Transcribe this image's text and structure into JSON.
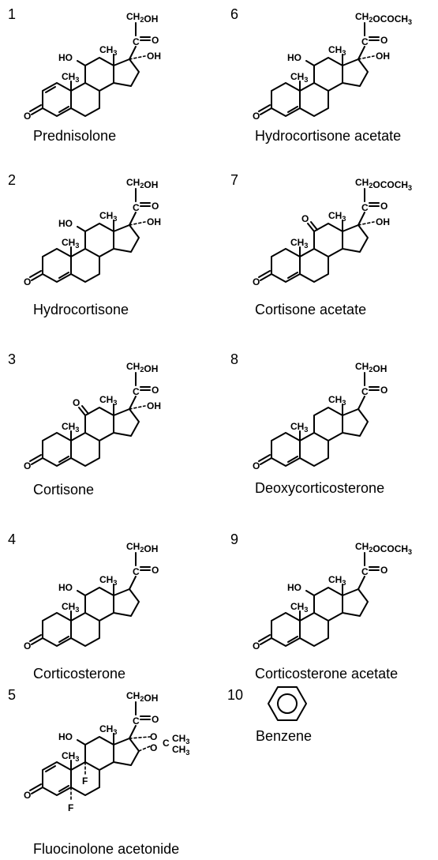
{
  "compounds": [
    {
      "number": "1",
      "name": "Prednisolone",
      "side_chain": "CH2OH",
      "at11": "HO",
      "at17": "OH",
      "ring_a": "diene"
    },
    {
      "number": "2",
      "name": "Hydrocortisone",
      "side_chain": "CH2 OH",
      "at11": "HO",
      "at17": "OH",
      "ring_a": "enone"
    },
    {
      "number": "3",
      "name": "Cortisone",
      "side_chain": "CH2 OH",
      "at11": "O",
      "at17": "OH",
      "ring_a": "enone"
    },
    {
      "number": "4",
      "name": "Corticosterone",
      "side_chain": "CH2 OH",
      "at11": "HO",
      "at17": "",
      "ring_a": "enone"
    },
    {
      "number": "5",
      "name": "Fluocinolone acetonide",
      "side_chain": "CH2OH",
      "at11": "HO",
      "at17": "acetonide",
      "ring_a": "diene",
      "fluoro": "F"
    },
    {
      "number": "6",
      "name": "Hydrocortisone acetate",
      "side_chain": "CH2 OCOCH3",
      "at11": "HO",
      "at17": "OH",
      "ring_a": "enone"
    },
    {
      "number": "7",
      "name": "Cortisone acetate",
      "side_chain": "CH2 OCOCH3",
      "at11": "O",
      "at17": "OH",
      "ring_a": "enone"
    },
    {
      "number": "8",
      "name": "Deoxycorticosterone",
      "side_chain": "CH2 OH",
      "at11": "",
      "at17": "",
      "ring_a": "enone"
    },
    {
      "number": "9",
      "name": "Corticosterone acetate",
      "side_chain": "CH2 OCOCH3",
      "at11": "HO",
      "at17": "",
      "ring_a": "enone"
    }
  ],
  "benzene": {
    "number": "10",
    "name": "Benzene"
  },
  "labels": {
    "carbonyl": "C=O",
    "methyl": "CH3",
    "ketone_o": "O"
  }
}
